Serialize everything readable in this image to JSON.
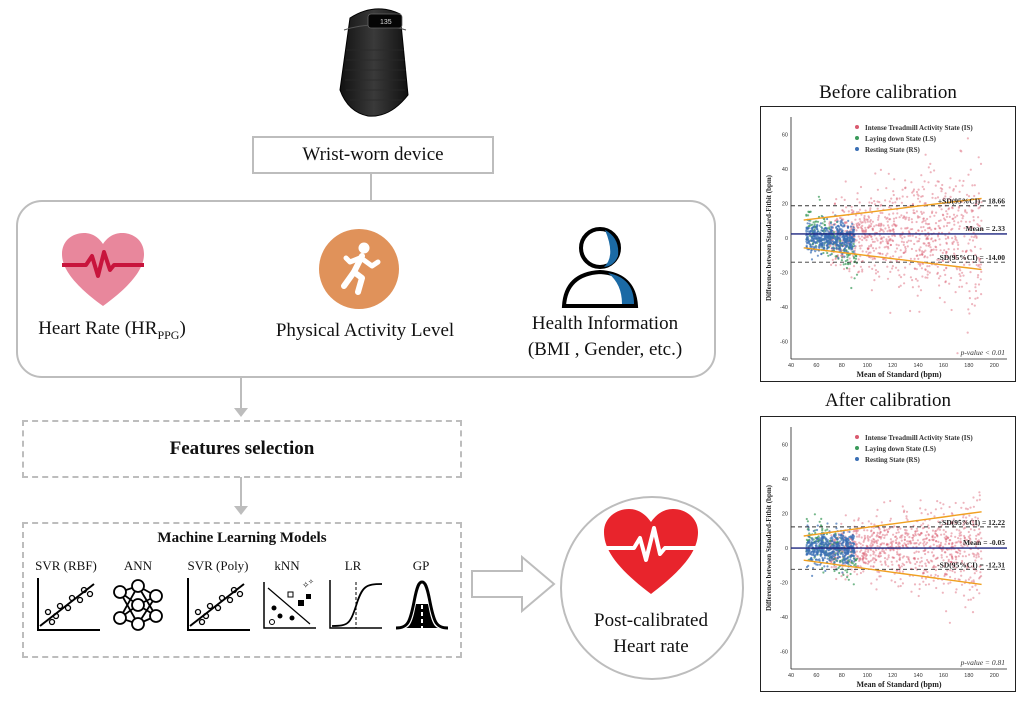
{
  "device": {
    "label": "Wrist-worn device",
    "screen_text": "135"
  },
  "inputs": {
    "heart_rate": {
      "label_main": "Heart Rate (HR",
      "label_sub": "PPG",
      "label_close": ")"
    },
    "activity": {
      "label": "Physical Activity Level"
    },
    "health": {
      "line1": "Health Information",
      "line2": "(BMI , Gender, etc.)"
    }
  },
  "features": {
    "label": "Features selection"
  },
  "models": {
    "title": "Machine Learning Models",
    "items": [
      "SVR (RBF)",
      "ANN",
      "SVR (Poly)",
      "kNN",
      "LR",
      "GP"
    ]
  },
  "output": {
    "line1": "Post-calibrated",
    "line2": "Heart rate"
  },
  "plots": [
    {
      "title": "Before calibration",
      "legend": [
        "Intense Treadmill Activity State (IS)",
        "Laying down State (LS)",
        "Resting State (RS)"
      ],
      "ylabel": "Difference between Standard-Fitbit (bpm)",
      "xlabel": "Mean of Standard (bpm)",
      "upper_label": "+SD(95%CI) = 18.66",
      "mean_label": "Mean = 2.33",
      "lower_label": "-SD(95%CI) = -14.00",
      "pvalue": "p-value < 0.01",
      "yticks": [
        "60",
        "40",
        "20",
        "0",
        "-20",
        "-40",
        "-60"
      ],
      "xticks": [
        "40",
        "60",
        "80",
        "100",
        "120",
        "140",
        "160",
        "180",
        "200"
      ]
    },
    {
      "title": "After calibration",
      "legend": [
        "Intense Treadmill Activity State (IS)",
        "Laying down State (LS)",
        "Resting State (RS)"
      ],
      "ylabel": "Difference between Standard-Fitbit (bpm)",
      "xlabel": "Mean of Standard (bpm)",
      "upper_label": "+SD(95%CI) = 12.22",
      "mean_label": "Mean = -0.05",
      "lower_label": "-SD(95%CI) = -12.31",
      "pvalue": "p-value = 0.81",
      "yticks": [
        "60",
        "40",
        "20",
        "0",
        "-20",
        "-40",
        "-60"
      ],
      "xticks": [
        "40",
        "60",
        "80",
        "100",
        "120",
        "140",
        "160",
        "180",
        "200"
      ]
    }
  ],
  "colors": {
    "box_border": "#bdbdbd",
    "heart_pink": "#e8879c",
    "heart_red": "#e8242c",
    "activity_orange": "#e0925a",
    "health_blue": "#1b6aa5",
    "scatter_red": "#d95a6f",
    "scatter_green": "#3a9a5a",
    "scatter_blue": "#3b6fb5",
    "sd_orange": "#f0a020",
    "mean_navy": "#1a237e"
  }
}
